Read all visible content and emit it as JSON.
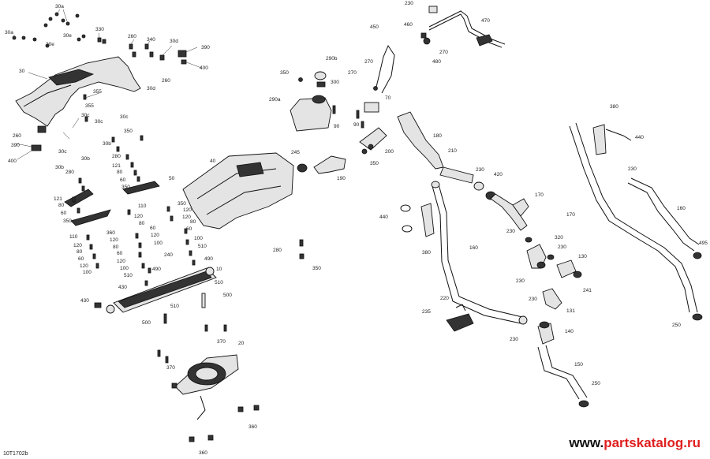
{
  "diagram": {
    "callouts": {
      "c30a_1": "30a",
      "c30a_2": "30a",
      "c30e_1": "30e",
      "c30e_2": "30e",
      "c330": "330",
      "c260_1": "260",
      "c340": "340",
      "c30d_1": "30d",
      "c390_1": "390",
      "c400_1": "400",
      "c30": "30",
      "c260_2": "260",
      "c30d_2": "30d",
      "c355_1": "355",
      "c355_2": "355",
      "c30c_1": "30c",
      "c30c_2": "30c",
      "c30c_3": "30c",
      "c350_1": "350",
      "c260_3": "260",
      "c390_2": "390",
      "c400_2": "400",
      "c30c_4": "30c",
      "c30b_1": "30b",
      "c30b_2": "30b",
      "c30b_3": "30b",
      "c280_1": "280",
      "c121_1": "121",
      "c80_1": "80",
      "c60_1": "60",
      "c350_2": "350",
      "c50": "50",
      "c121_2": "121",
      "c80_2": "80",
      "c60_2": "60",
      "c350_3": "350",
      "c110_1": "110",
      "c120_1": "120",
      "c80_3": "80",
      "c60_3": "60",
      "c120_2": "120",
      "c100_1": "100",
      "c110_2": "110",
      "c120_3": "120",
      "c80_4": "80",
      "c60_4": "60",
      "c120_4": "120",
      "c100_2": "100",
      "c360_1": "360",
      "c120_5": "120",
      "c80_5": "80",
      "c60_5": "60",
      "c120_6": "120",
      "c100_3": "100",
      "c350_4": "350",
      "c120_7": "120",
      "c80_6": "80",
      "c60_6": "60",
      "c120_8": "120",
      "c100_4": "100",
      "c510_1": "510",
      "c240": "240",
      "c490_1": "490",
      "c490_2": "490",
      "c510_2": "510",
      "c10": "10",
      "c430_1": "430",
      "c430_2": "430",
      "c510_3": "510",
      "c500_1": "500",
      "c510_4": "510",
      "c500_2": "500",
      "c370_1": "370",
      "c20": "20",
      "c370_2": "370",
      "c360_2": "360",
      "c360_3": "360",
      "c40": "40",
      "c350_5": "350",
      "c290b": "290b",
      "c300": "300",
      "c290a": "290a",
      "c270_1": "270",
      "c450": "450",
      "c270_2": "270",
      "c70": "70",
      "c90_1": "90",
      "c90_2": "90",
      "c200": "200",
      "c350_6": "350",
      "c245": "245",
      "c190": "190",
      "c280_2": "280",
      "c350_7": "350",
      "c230_1": "230",
      "c460": "460",
      "c470": "470",
      "c270_3": "270",
      "c480": "480",
      "c180": "180",
      "c210": "210",
      "c230_2": "230",
      "c420": "420",
      "c170_1": "170",
      "c440_1": "440",
      "c380_1": "380",
      "c160_1": "160",
      "c230_3": "230",
      "c320": "320",
      "c230_4": "230",
      "c130": "130",
      "c230_5": "230",
      "c241": "241",
      "c230_6": "230",
      "c131": "131",
      "c220": "220",
      "c235": "235",
      "c230_7": "230",
      "c140": "140",
      "c150": "150",
      "c250_1": "250",
      "c380_2": "380",
      "c440_2": "440",
      "c230_8": "230",
      "c160_2": "160",
      "c170_2": "170",
      "c495": "495",
      "c250_2": "250"
    },
    "watermark": "www.partskatalog.ru",
    "drawing_code": "10T1702b"
  },
  "colors": {
    "ink": "#111111",
    "part_fill": "#e4e4e4",
    "watermark_red": "#e02020",
    "watermark_black": "#111111"
  }
}
